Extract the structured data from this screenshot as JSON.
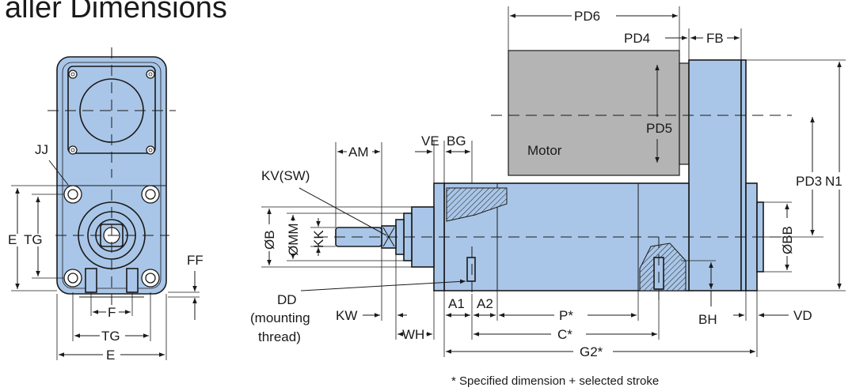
{
  "title": "aller Dimensions",
  "labels": {
    "jj": "JJ",
    "e_left": "E",
    "tg_left": "TG",
    "ff": "FF",
    "f": "F",
    "tg_bottom": "TG",
    "e_bottom": "E",
    "kv": "KV(SW)",
    "am": "AM",
    "ve": "VE",
    "bg": "BG",
    "ob": "ØB",
    "omm": "ØMM",
    "kk": "KK",
    "dd": "DD",
    "dd2": "(mounting",
    "dd3": "thread)",
    "kw": "KW",
    "wh": "WH",
    "a1": "A1",
    "a2": "A2",
    "p": "P*",
    "c": "C*",
    "g2": "G2*",
    "bh": "BH",
    "vd": "VD",
    "pd6": "PD6",
    "pd4": "PD4",
    "fb": "FB",
    "pd5": "PD5",
    "motor": "Motor",
    "pd3": "PD3",
    "n1": "N1",
    "obb": "ØBB"
  },
  "footnote": "* Specified dimension + selected stroke",
  "colors": {
    "body": "#a9c6e8",
    "motor": "#b4b4b4",
    "line": "#1a1a1a"
  }
}
